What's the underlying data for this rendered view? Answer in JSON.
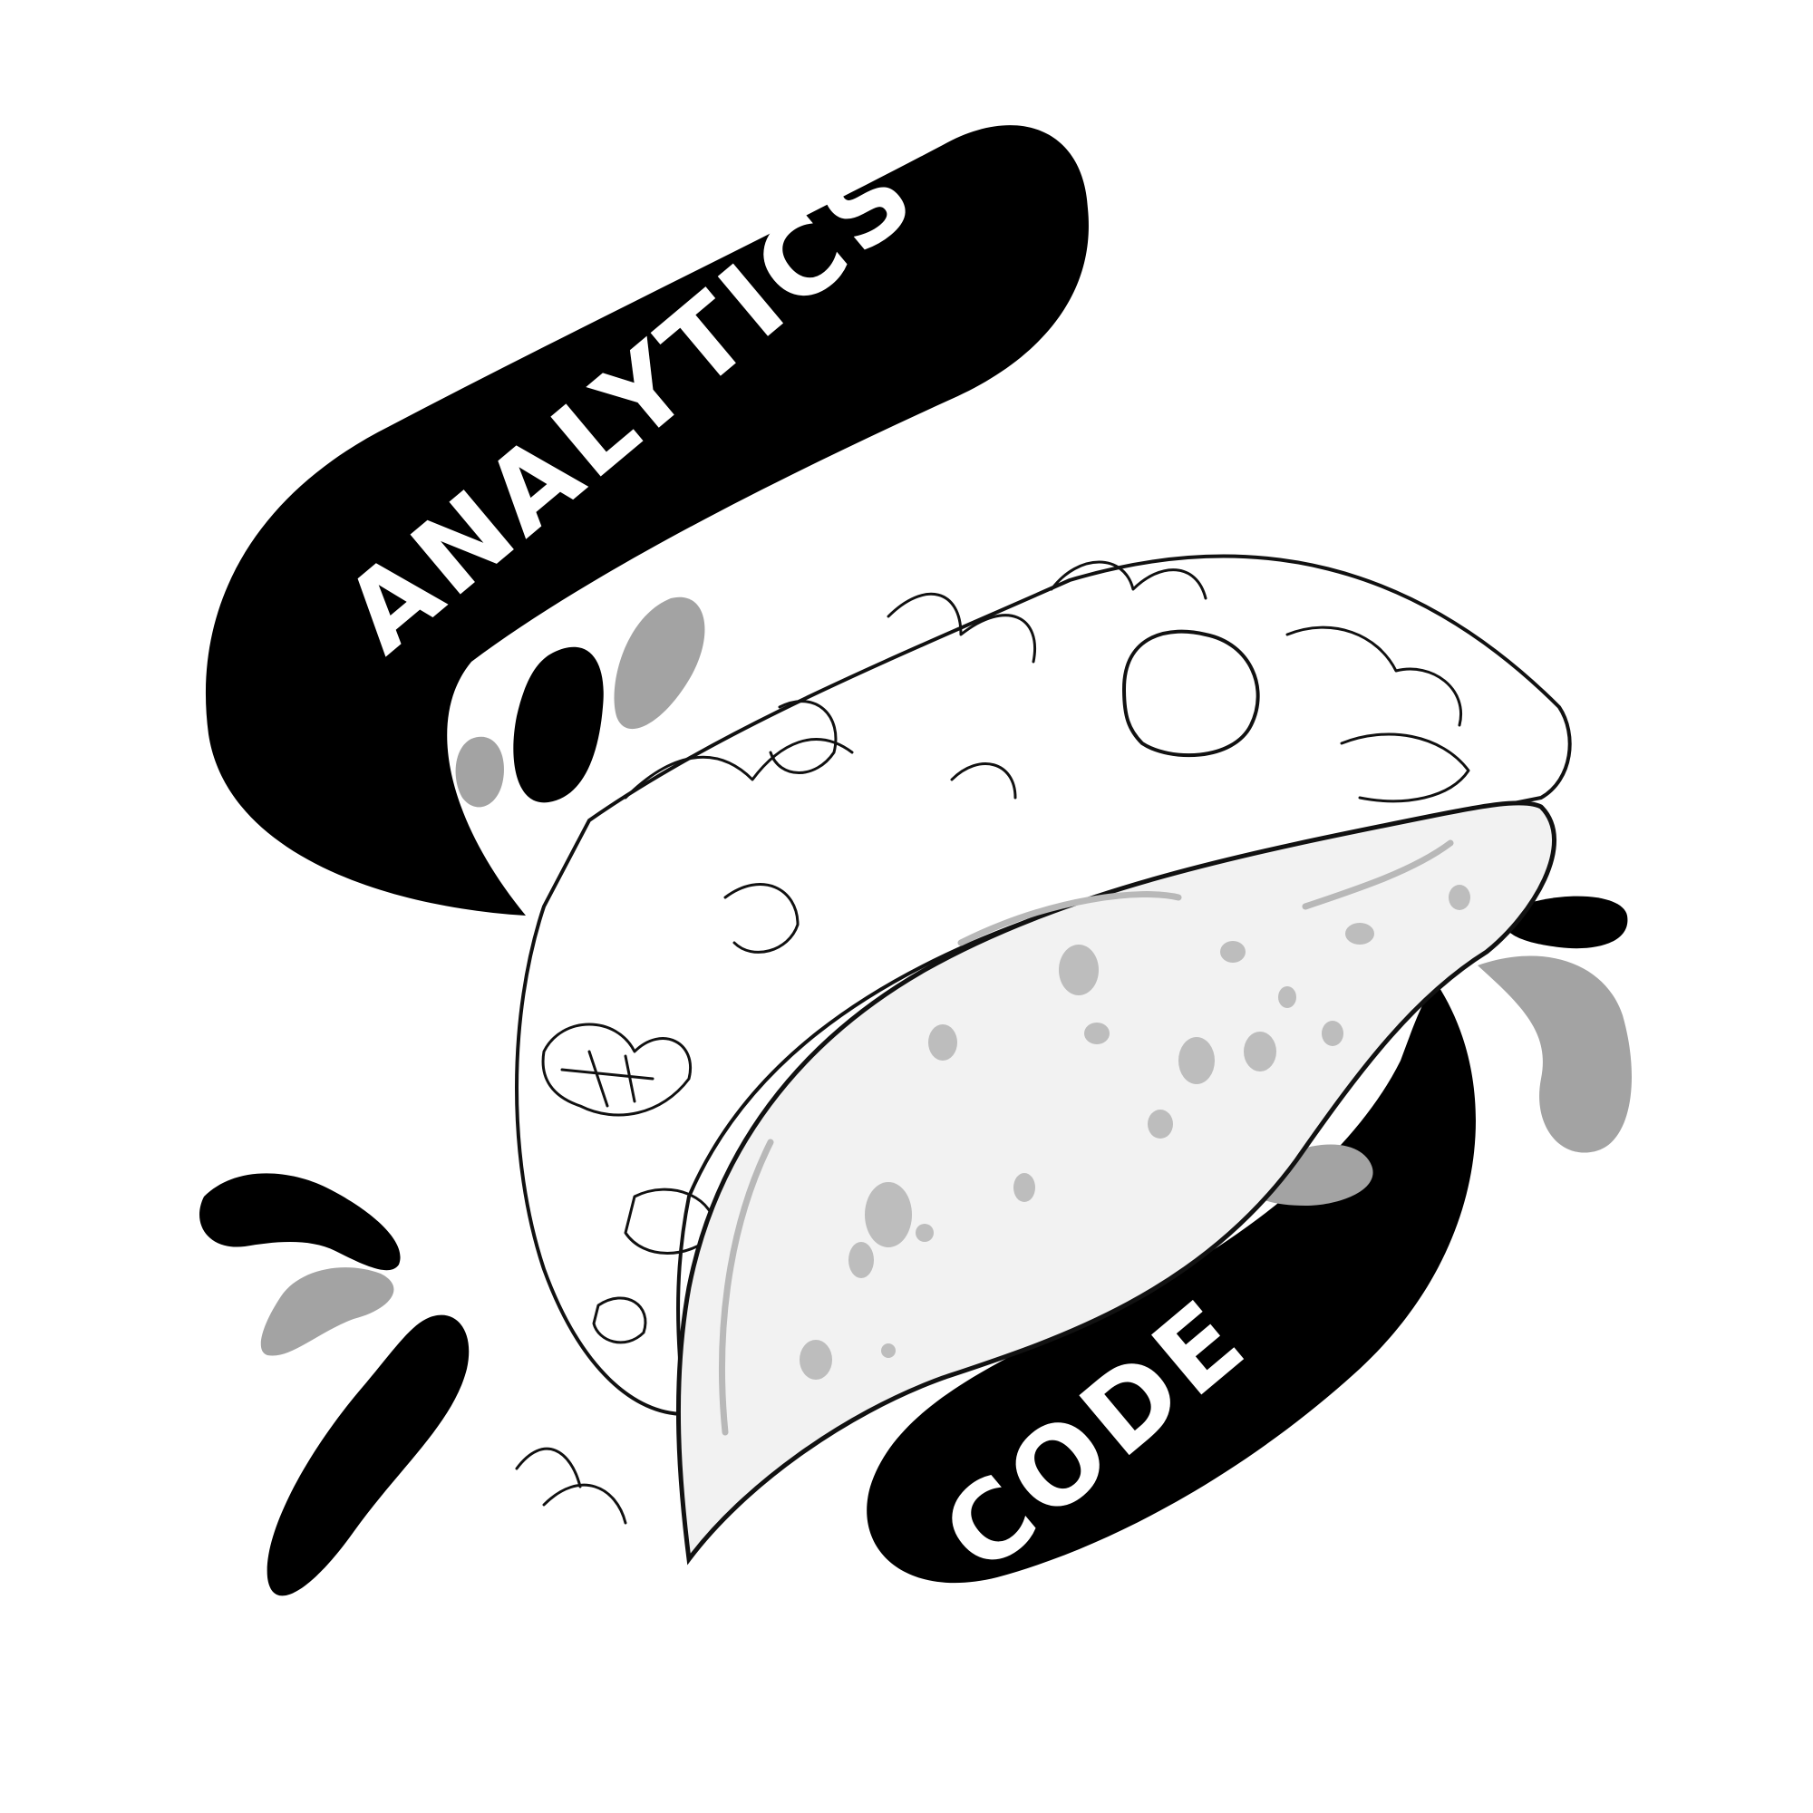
{
  "logo": {
    "top_banner_text": "ANALYTICS",
    "bottom_banner_text": "CODE"
  },
  "icons": [
    "taco-illustration",
    "splash-drop-icon"
  ],
  "colors": {
    "background": "#ffffff",
    "banner": "#000000",
    "banner_text": "#ffffff",
    "splash_gray": "#a3a3a3",
    "taco_shell": "#f2f2f2",
    "shell_spots": "#bdbdbd",
    "outline": "#111111"
  }
}
